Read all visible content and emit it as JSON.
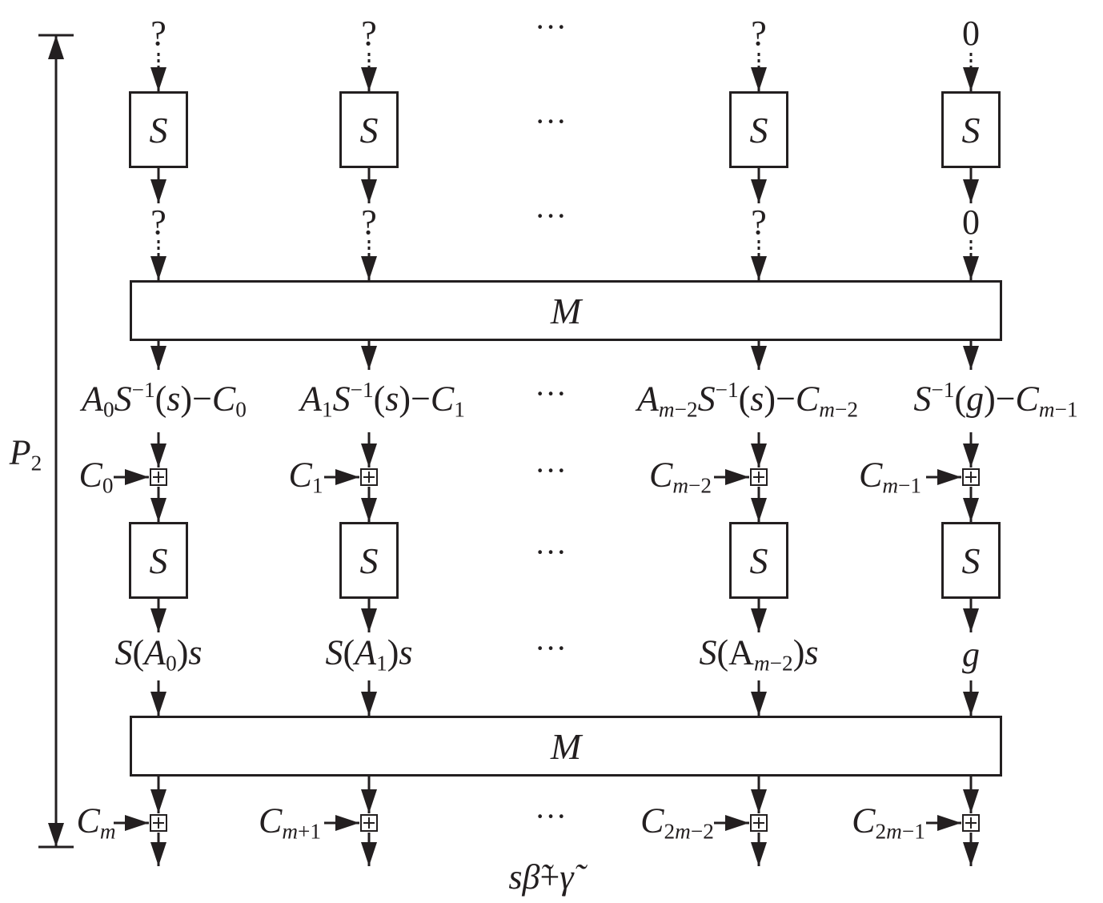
{
  "round_label": {
    "main": "P",
    "sub": "2"
  },
  "ellipsis": "···",
  "columns": [
    {
      "input": "?",
      "sbox": "S",
      "mid": "?",
      "expr_html": "<i>A</i><sub>0</sub><i>S</i><sup>−1</sup>(<i>s</i>)−<i>C</i><sub>0</sub>",
      "key1_html": "<i>C</i><sub>0</sub>",
      "out_html": "<i>S</i>(<i>A</i><sub>0</sub>)<i>s</i>",
      "key2_html": "<i>C</i><sub><i>m</i></sub>"
    },
    {
      "input": "?",
      "sbox": "S",
      "mid": "?",
      "expr_html": "<i>A</i><sub>1</sub><i>S</i><sup>−1</sup>(<i>s</i>)−<i>C</i><sub>1</sub>",
      "key1_html": "<i>C</i><sub>1</sub>",
      "out_html": "<i>S</i>(<i>A</i><sub>1</sub>)<i>s</i>",
      "key2_html": "<i>C</i><sub><i>m</i>+1</sub>"
    },
    {
      "input": "?",
      "sbox": "S",
      "mid": "?",
      "expr_html": "<i>A</i><sub><i>m</i>−2</sub><i>S</i><sup>−1</sup>(<i>s</i>)−<i>C</i><sub><i>m</i>−2</sub>",
      "key1_html": "<i>C</i><sub><i>m</i>−2</sub>",
      "out_html": "<i>S</i>(A<sub><i>m</i>−2</sub>)<i>s</i>",
      "key2_html": "<i>C</i><sub>2<i>m</i>−2</sub>"
    },
    {
      "input": "0",
      "sbox": "S",
      "mid": "0",
      "expr_html": "<i>S</i><sup>−1</sup>(<i>g</i>)−<i>C</i><sub><i>m</i>−1</sub>",
      "key1_html": "<i>C</i><sub><i>m</i>−1</sub>",
      "out_html": "<i>g</i>",
      "key2_html": "<i>C</i><sub>2<i>m</i>−1</sub>"
    }
  ],
  "mix_label": "M",
  "sbox_label": "S",
  "output_html": "<i>s</i><i>β̃</i>+<i>γ̃</i>"
}
